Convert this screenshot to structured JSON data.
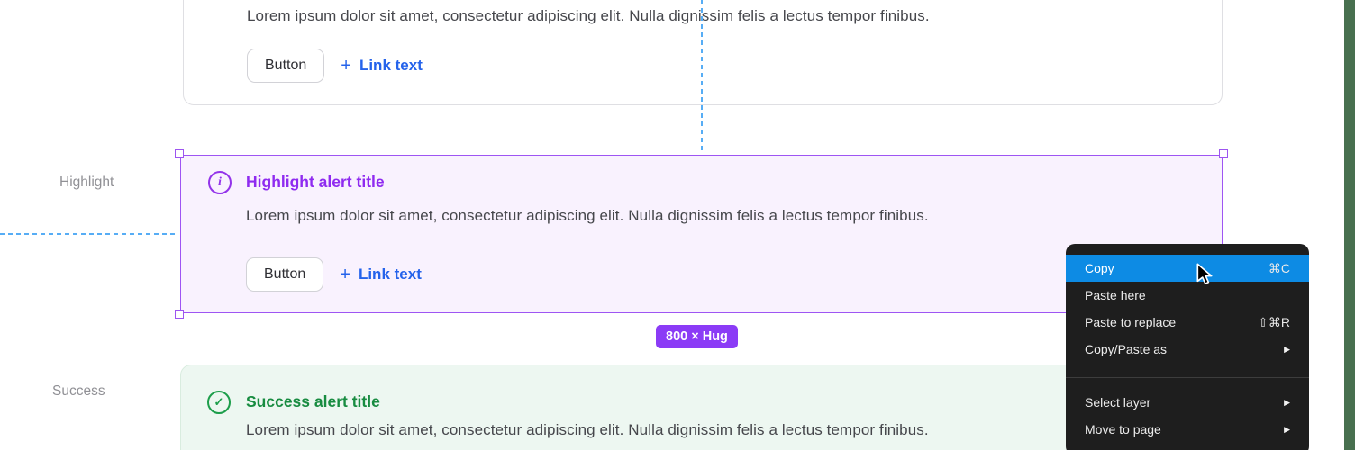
{
  "sections": {
    "highlight": "Highlight",
    "success": "Success"
  },
  "alerts": {
    "neutral": {
      "body": "Lorem ipsum dolor sit amet, consectetur adipiscing elit. Nulla dignissim felis a lectus tempor finibus.",
      "button_label": "Button",
      "link_label": "Link text"
    },
    "highlight": {
      "title": "Highlight alert title",
      "body": "Lorem ipsum dolor sit amet, consectetur adipiscing elit. Nulla dignissim felis a lectus tempor finibus.",
      "button_label": "Button",
      "link_label": "Link text"
    },
    "success": {
      "title": "Success alert title",
      "body": "Lorem ipsum dolor sit amet, consectetur adipiscing elit. Nulla dignissim felis a lectus tempor finibus."
    }
  },
  "size_badge": {
    "label": "800 × Hug"
  },
  "icons": {
    "info": "i",
    "check": "✓",
    "plus": "+",
    "submenu_arrow": "▶"
  },
  "context_menu": {
    "items": [
      {
        "label": "Copy",
        "shortcut": "⌘C"
      },
      {
        "label": "Paste here",
        "shortcut": ""
      },
      {
        "label": "Paste to replace",
        "shortcut": "⇧⌘R"
      },
      {
        "label": "Copy/Paste as"
      },
      {
        "label": "Select layer"
      },
      {
        "label": "Move to page"
      }
    ]
  },
  "colors": {
    "accent_purple": "#8f2bf0",
    "selection_purple": "#9d55f0",
    "accent_green": "#188c41",
    "success_bg": "#edf7f1",
    "highlight_bg": "#f9f2fe",
    "link_blue": "#2563eb",
    "menu_bg": "#1e1e1e",
    "menu_highlight_blue": "#0d8be4",
    "guide_blue": "#57adf5",
    "badge_purple": "#8b3bf6",
    "strip_green": "#48704f"
  }
}
